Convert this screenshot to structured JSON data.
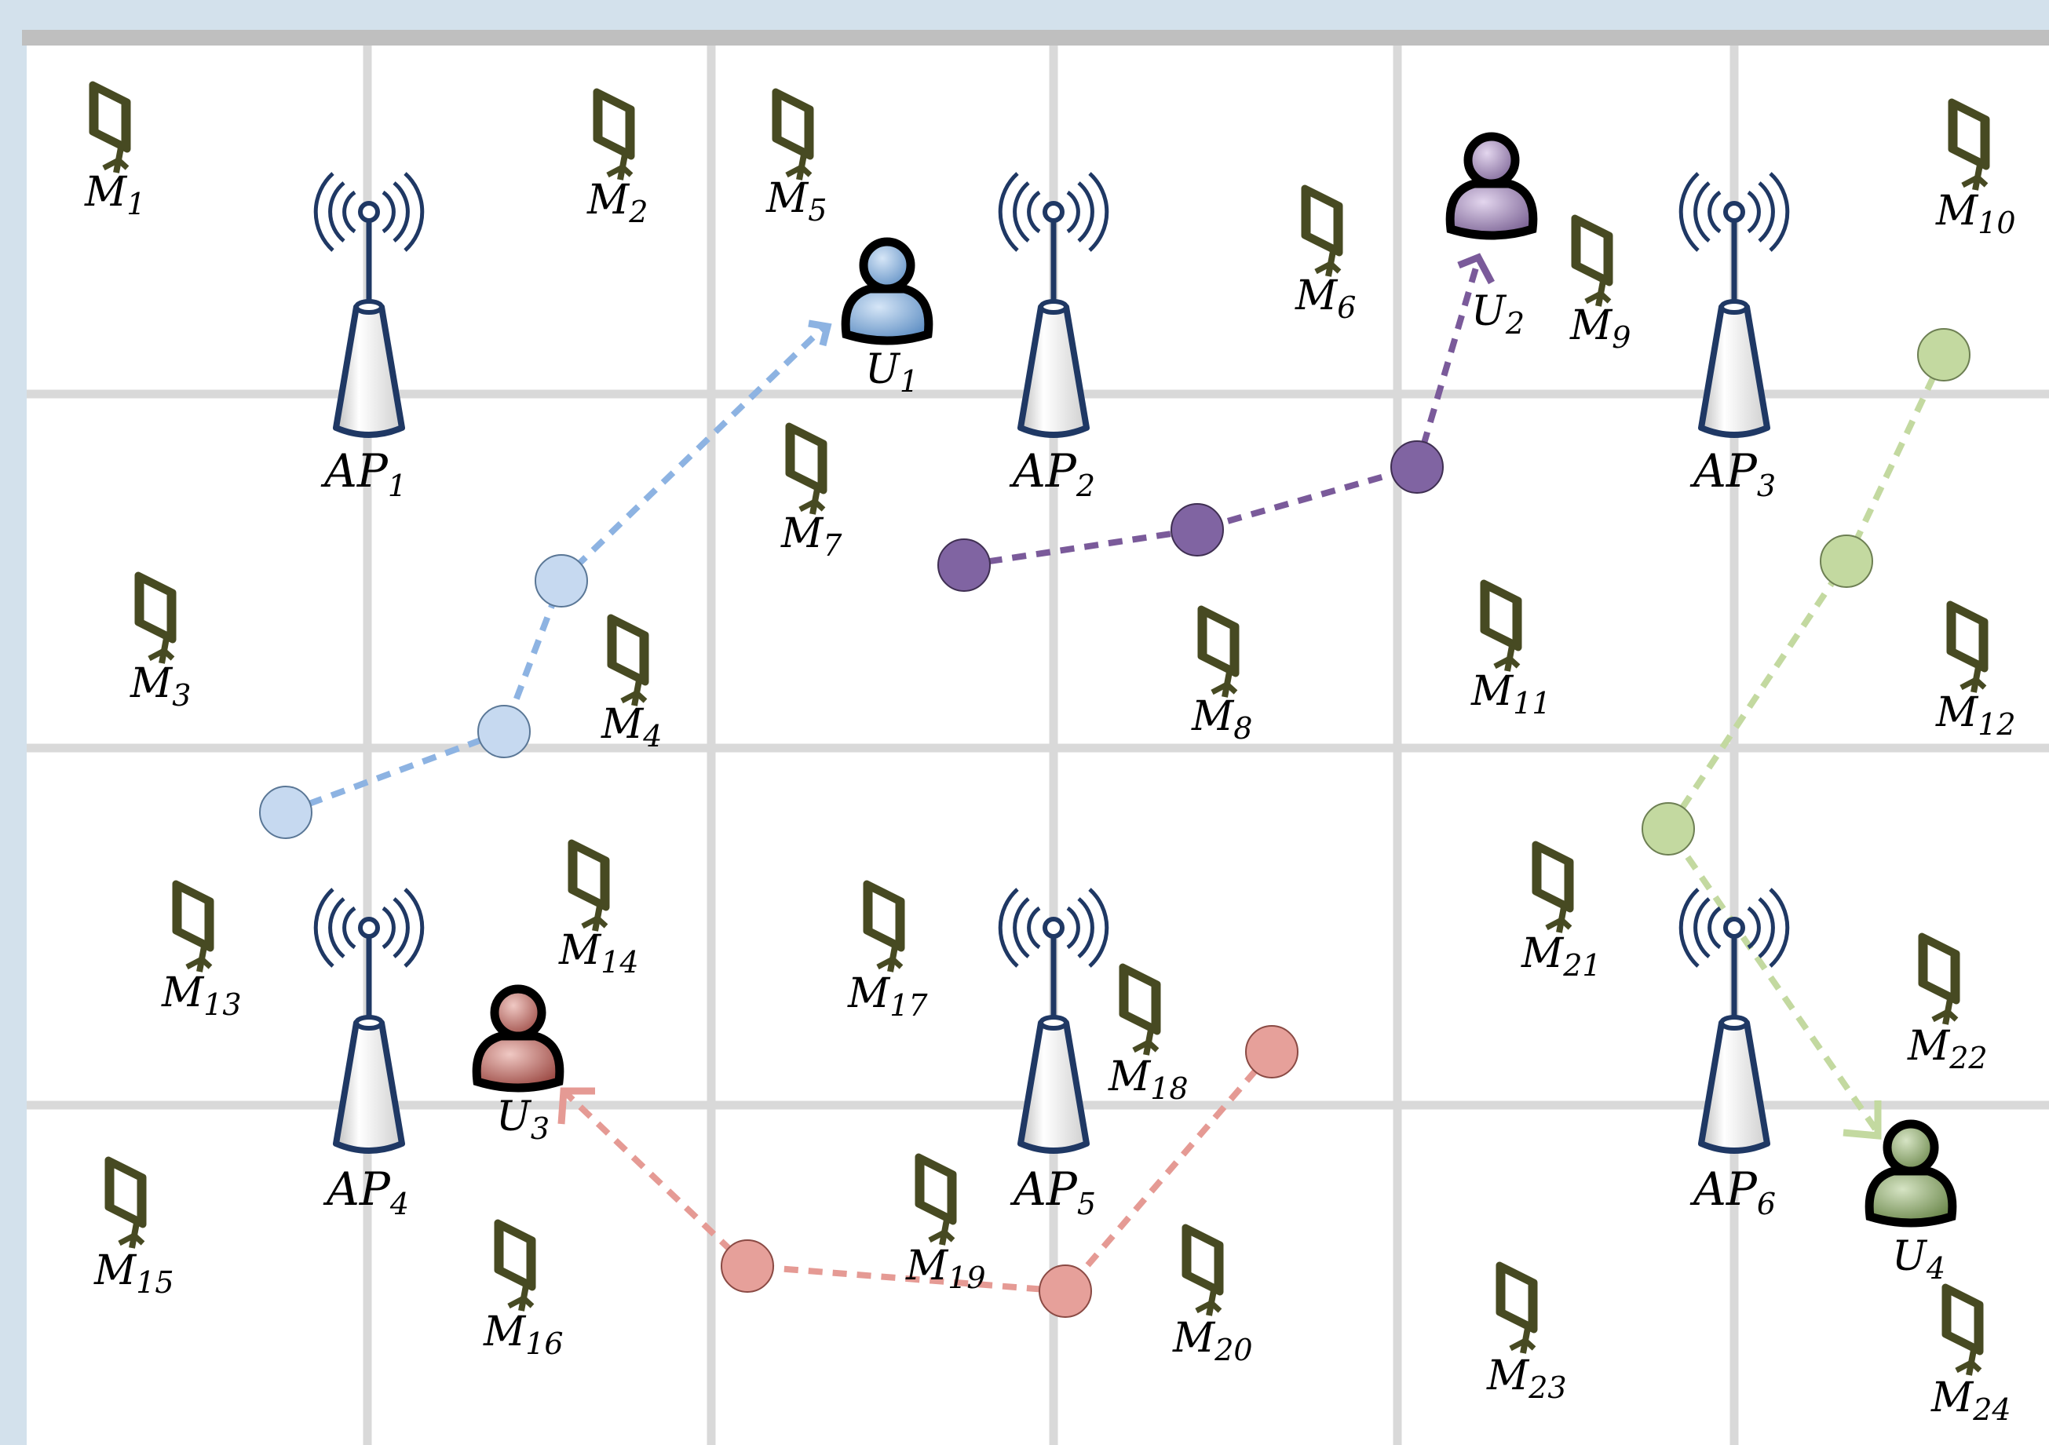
{
  "colors": {
    "frame": "#d3e1ec",
    "grid": "#d9d9d9",
    "top_bar": "#bfbfbf",
    "ap_outline": "#1f3864",
    "monitor": "#474a22",
    "user_colors": {
      "U1": "#7fa9d6",
      "U2": "#8a6fa3",
      "U3": "#b5605a",
      "U4": "#7d9a5a"
    },
    "path_colors": {
      "U1": "#8db3e2",
      "U2": "#7a5a9a",
      "U3": "#e59a94",
      "U4": "#c3d9a0"
    },
    "node_fills": {
      "U1": "#c6d9f0",
      "U2": "#8064a2",
      "U3": "#e6a09a",
      "U4": "#c3d9a0"
    }
  },
  "icons": {
    "access_point": "antenna-tower-icon",
    "monitor": "monitor-on-stand-icon",
    "user": "person-icon"
  },
  "access_points": [
    {
      "id": "AP1",
      "base": "AP",
      "sub": "1"
    },
    {
      "id": "AP2",
      "base": "AP",
      "sub": "2"
    },
    {
      "id": "AP3",
      "base": "AP",
      "sub": "3"
    },
    {
      "id": "AP4",
      "base": "AP",
      "sub": "4"
    },
    {
      "id": "AP5",
      "base": "AP",
      "sub": "5"
    },
    {
      "id": "AP6",
      "base": "AP",
      "sub": "6"
    }
  ],
  "monitors": [
    {
      "base": "M",
      "sub": "1"
    },
    {
      "base": "M",
      "sub": "2"
    },
    {
      "base": "M",
      "sub": "3"
    },
    {
      "base": "M",
      "sub": "4"
    },
    {
      "base": "M",
      "sub": "5"
    },
    {
      "base": "M",
      "sub": "6"
    },
    {
      "base": "M",
      "sub": "7"
    },
    {
      "base": "M",
      "sub": "8"
    },
    {
      "base": "M",
      "sub": "9"
    },
    {
      "base": "M",
      "sub": "10"
    },
    {
      "base": "M",
      "sub": "11"
    },
    {
      "base": "M",
      "sub": "12"
    },
    {
      "base": "M",
      "sub": "13"
    },
    {
      "base": "M",
      "sub": "14"
    },
    {
      "base": "M",
      "sub": "15"
    },
    {
      "base": "M",
      "sub": "16"
    },
    {
      "base": "M",
      "sub": "17"
    },
    {
      "base": "M",
      "sub": "18"
    },
    {
      "base": "M",
      "sub": "19"
    },
    {
      "base": "M",
      "sub": "20"
    },
    {
      "base": "M",
      "sub": "21"
    },
    {
      "base": "M",
      "sub": "22"
    },
    {
      "base": "M",
      "sub": "23"
    },
    {
      "base": "M",
      "sub": "24"
    }
  ],
  "users": [
    {
      "id": "U1",
      "base": "U",
      "sub": "1"
    },
    {
      "id": "U2",
      "base": "U",
      "sub": "2"
    },
    {
      "id": "U3",
      "base": "U",
      "sub": "3"
    },
    {
      "id": "U4",
      "base": "U",
      "sub": "4"
    }
  ]
}
